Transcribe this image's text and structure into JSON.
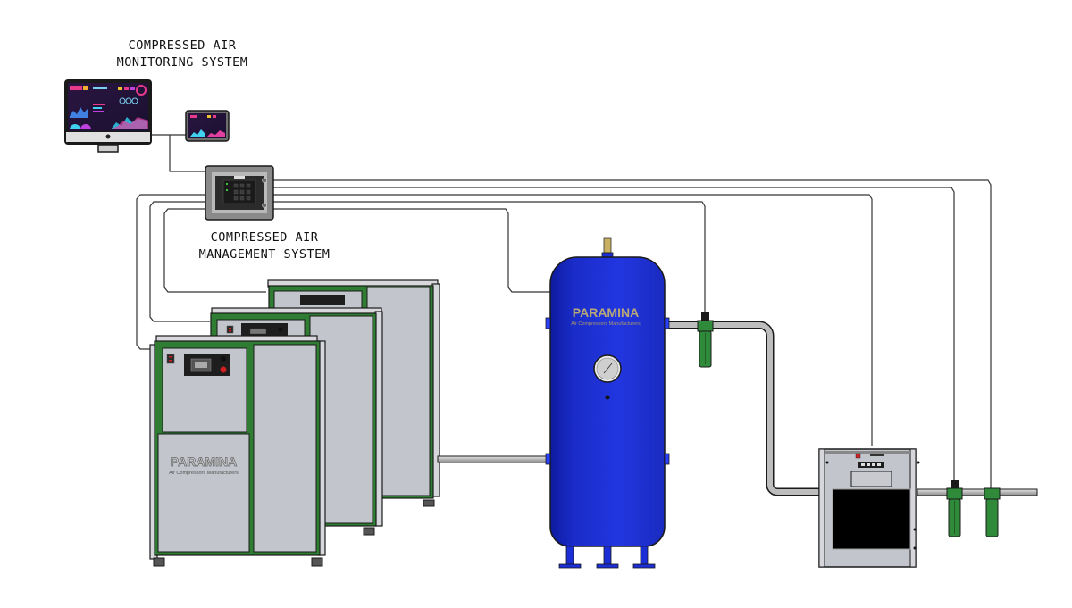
{
  "diagram": {
    "title": "Compressed air system layout",
    "labels": {
      "monitoring_line1": "COMPRESSED AIR",
      "monitoring_line2": "MONITORING SYSTEM",
      "management_line1": "COMPRESSED AIR",
      "management_line2": "MANAGEMENT SYSTEM"
    },
    "brand": {
      "name": "PARAMINA",
      "tagline": "Air Compressors Manufacturers"
    },
    "components": [
      {
        "id": "desktop-monitor",
        "label": "Monitoring desktop"
      },
      {
        "id": "tablet",
        "label": "Monitoring tablet"
      },
      {
        "id": "controller",
        "label": "Management controller"
      },
      {
        "id": "compressor-1",
        "label": "Air compressor 1"
      },
      {
        "id": "compressor-2",
        "label": "Air compressor 2"
      },
      {
        "id": "compressor-3",
        "label": "Air compressor 3"
      },
      {
        "id": "air-receiver-tank",
        "label": "Air receiver tank"
      },
      {
        "id": "line-filter-1",
        "label": "Line filter 1"
      },
      {
        "id": "air-dryer",
        "label": "Air dryer"
      },
      {
        "id": "line-filter-2",
        "label": "Line filter 2"
      },
      {
        "id": "line-filter-3",
        "label": "Line filter 3"
      }
    ],
    "colors": {
      "compressor_frame": "#2e7d32",
      "panel_grey": "#c3c5cc",
      "tank_blue": "#1c2fd6",
      "filter_green": "#2f8a3a",
      "pipe_grey": "#b8b8b8",
      "wire": "#333333"
    }
  }
}
